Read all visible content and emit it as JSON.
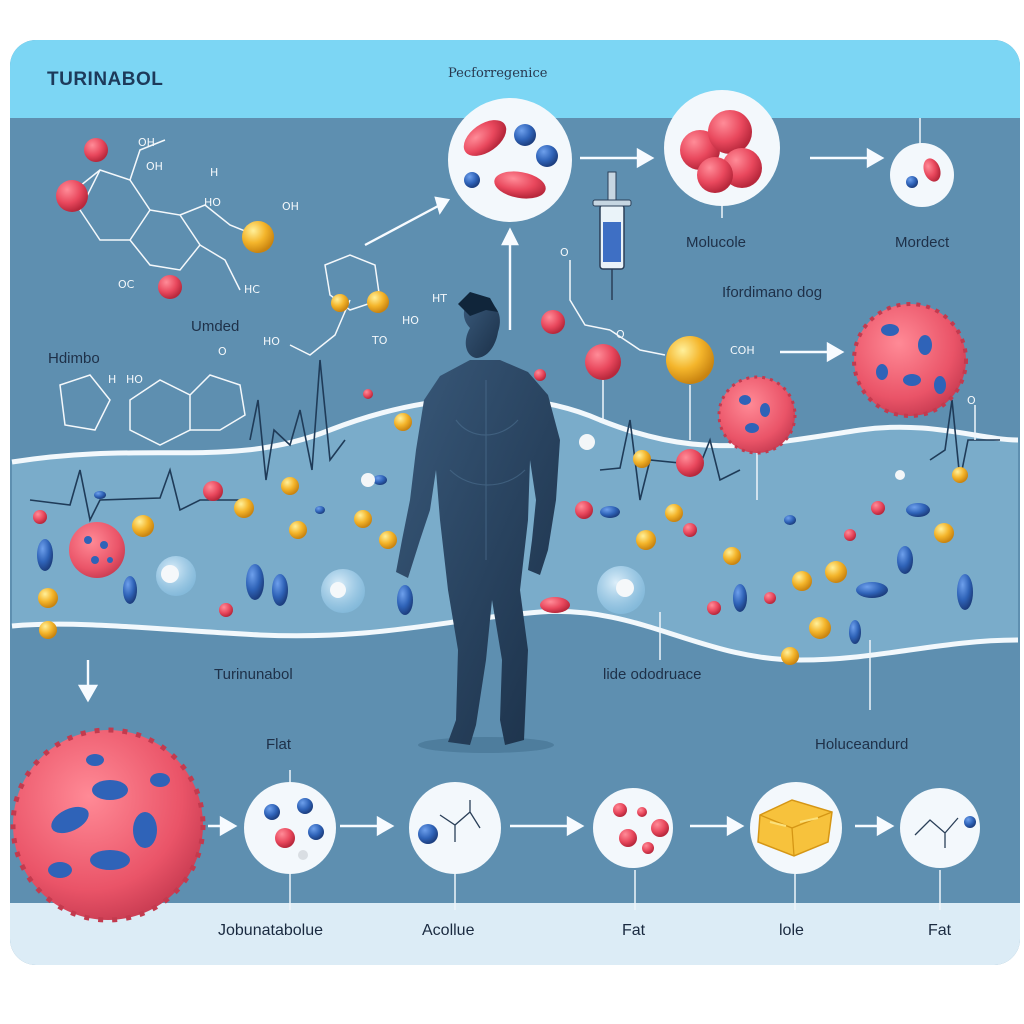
{
  "header": {
    "title": "TURINABOL",
    "subtitle": "Pecforregenice"
  },
  "labels": {
    "molucole": "Molucole",
    "mordect": "Mordect",
    "ifordimano": "Ifordimano dog",
    "umdod": "Umded",
    "hdimbo": "Hdimbo",
    "turinunabol": "Turinunabol",
    "lide": "lide ododruace",
    "flat": "Flat",
    "holuceandurd": "Holuceandurd"
  },
  "chem_labels": [
    "OH",
    "H",
    "HO",
    "OH",
    "OC",
    "HC",
    "HO",
    "HT",
    "HO",
    "TO",
    "H",
    "HO",
    "O",
    "O",
    "O",
    "COH",
    "O"
  ],
  "bottom_labels": [
    "Jobunatabolue",
    "Acollue",
    "Fat",
    "lole",
    "Fat"
  ],
  "colors": {
    "header": "#7cd6f4",
    "panel": "#5e8fb0",
    "band": "#dcecf6",
    "red_molecule": "#e9485d",
    "blue_molecule": "#2f63b8",
    "gold_molecule": "#f4b52b",
    "cell_pink": "#ef5a6e",
    "figure": "#24425e"
  },
  "icons": [
    "syringe-icon",
    "human-figure-icon",
    "fat-block-icon"
  ]
}
